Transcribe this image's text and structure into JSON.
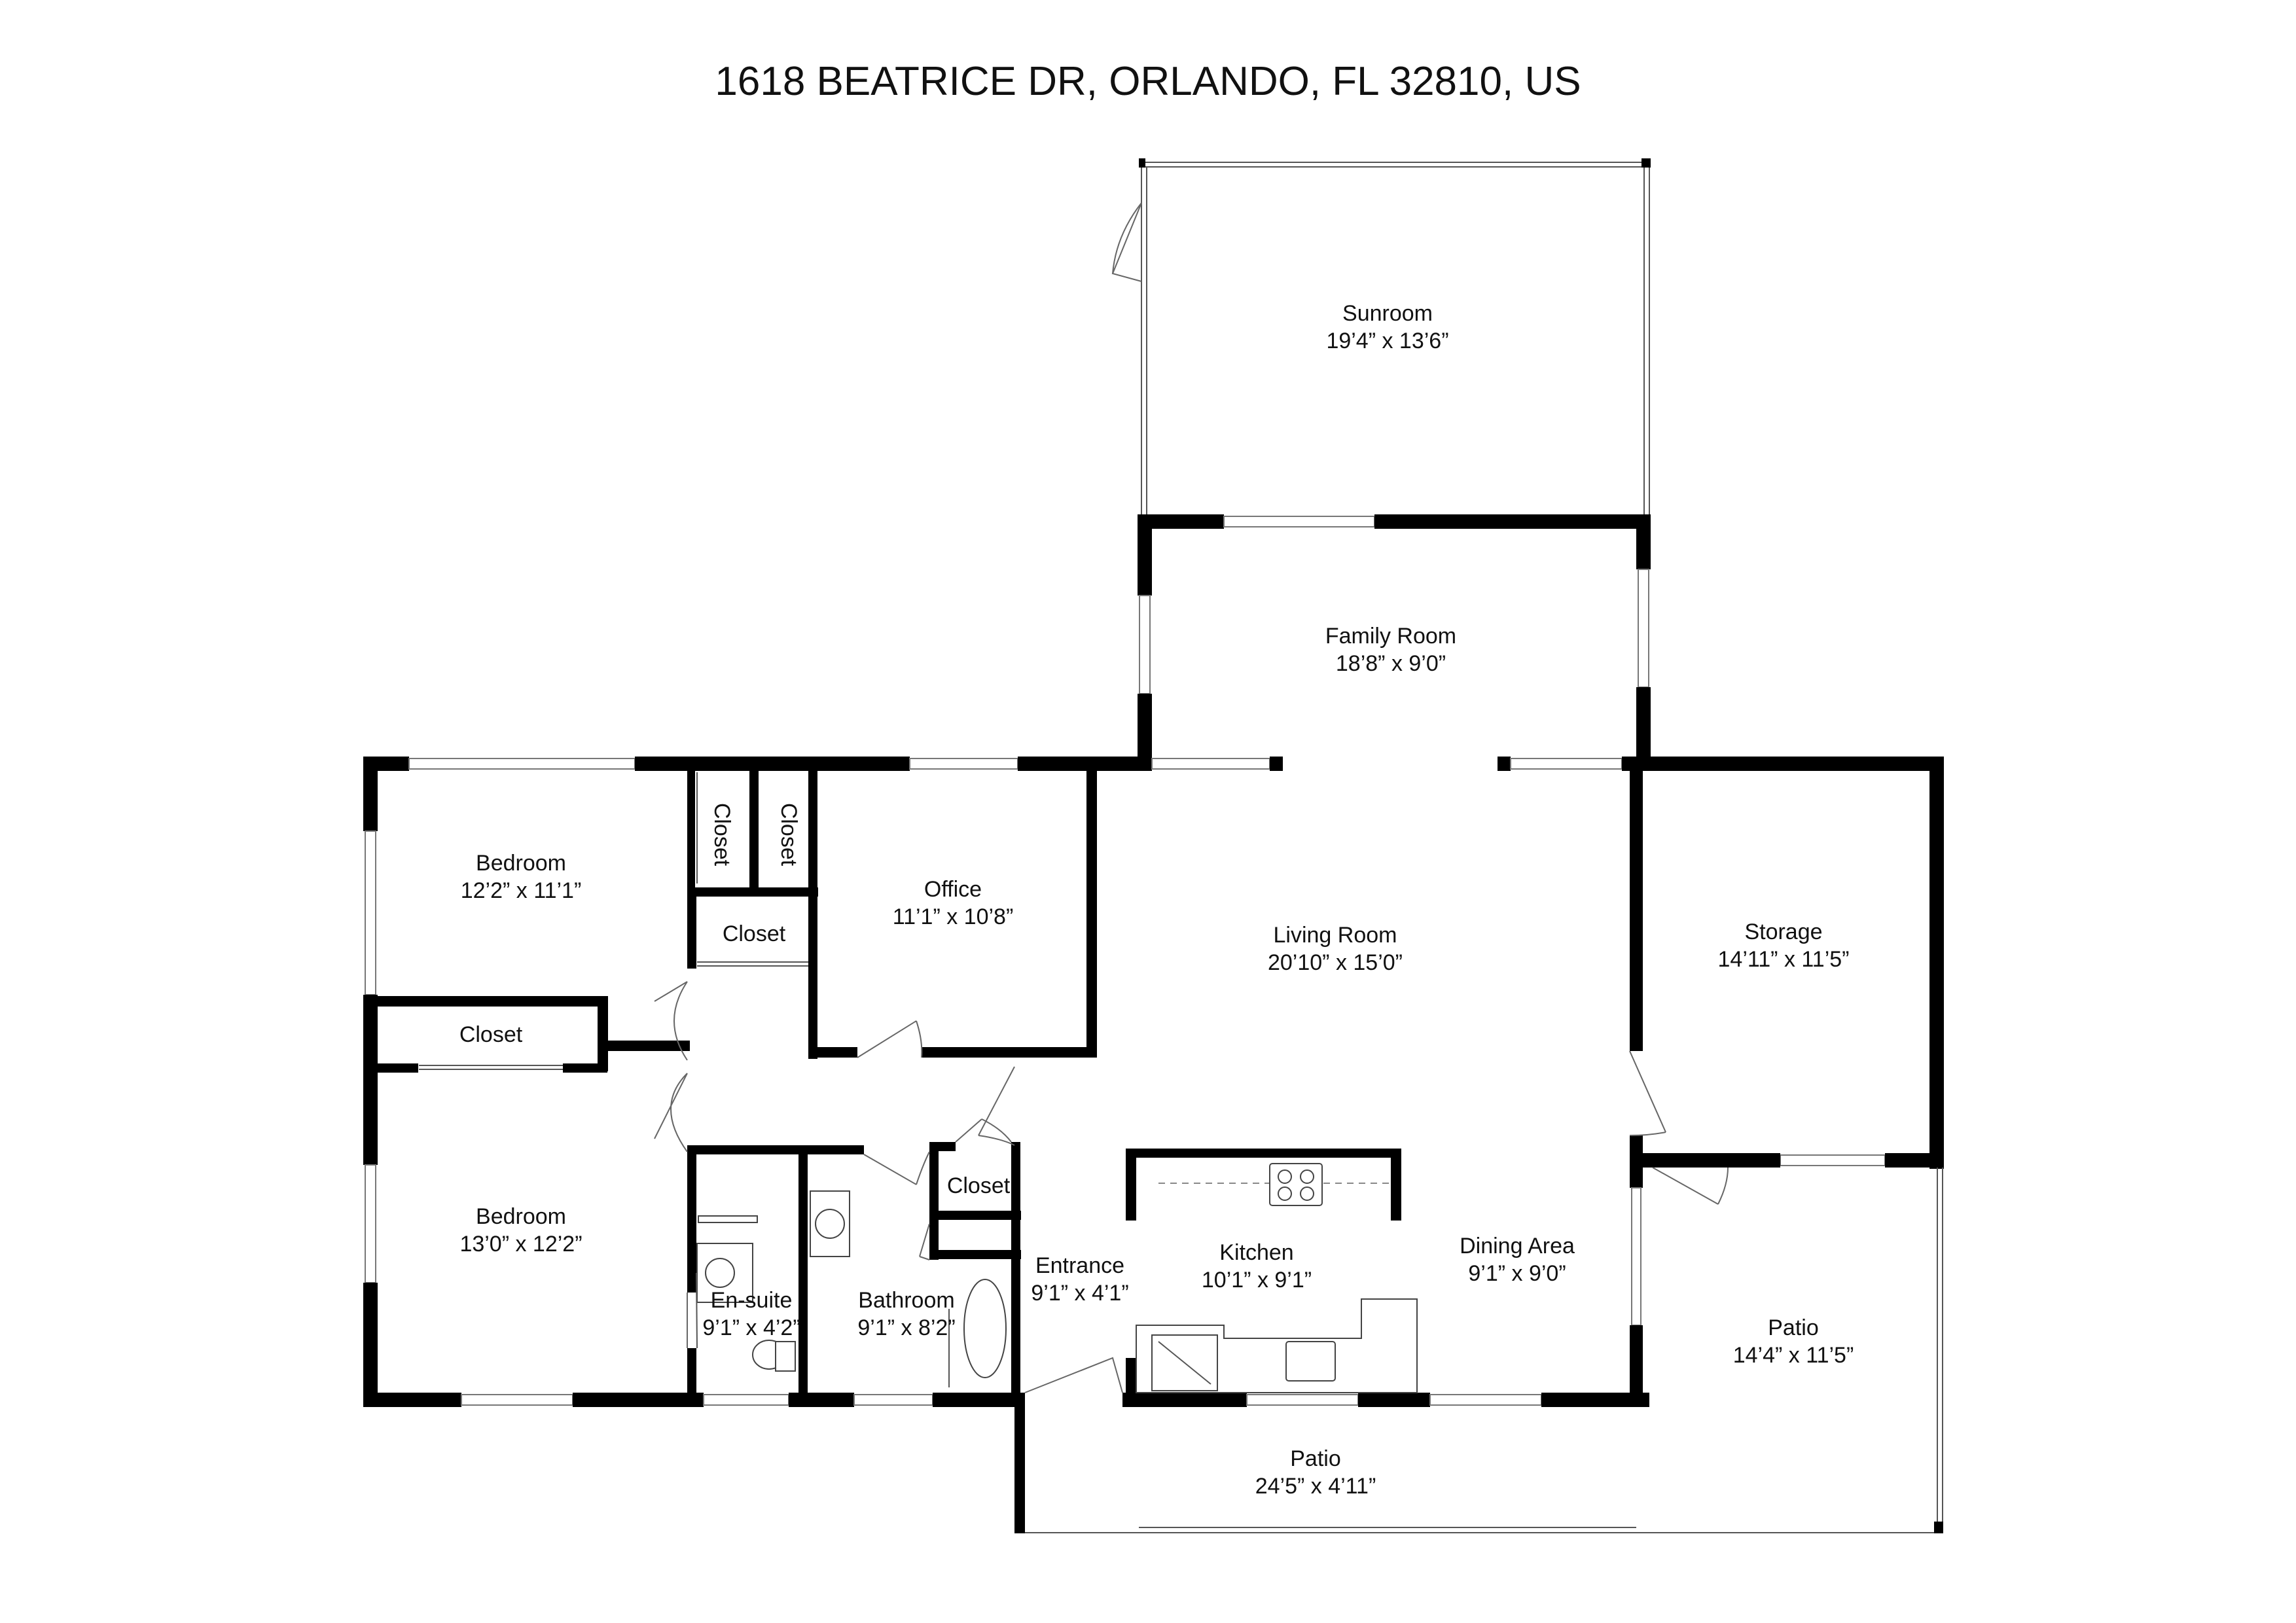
{
  "address": "1618 BEATRICE DR, ORLANDO, FL 32810, US",
  "rooms": {
    "sunroom": {
      "name": "Sunroom",
      "dims": "19’4” x 13’6”"
    },
    "family_room": {
      "name": "Family Room",
      "dims": "18’8” x 9’0”"
    },
    "living_room": {
      "name": "Living Room",
      "dims": "20’10” x 15’0”"
    },
    "storage": {
      "name": "Storage",
      "dims": "14’11” x 11’5”"
    },
    "bedroom_1": {
      "name": "Bedroom",
      "dims": "12’2” x 11’1”"
    },
    "office": {
      "name": "Office",
      "dims": "11’1” x 10’8”"
    },
    "closet_v1": {
      "name": "Closet"
    },
    "closet_v2": {
      "name": "Closet"
    },
    "closet_h1": {
      "name": "Closet"
    },
    "closet_h2": {
      "name": "Closet"
    },
    "closet_h3": {
      "name": "Closet"
    },
    "bedroom_2": {
      "name": "Bedroom",
      "dims": "13’0” x 12’2”"
    },
    "en_suite": {
      "name": "En-suite",
      "dims": "9’1” x 4’2”"
    },
    "bathroom": {
      "name": "Bathroom",
      "dims": "9’1” x 8’2”"
    },
    "entrance": {
      "name": "Entrance",
      "dims": "9’1” x 4’1”"
    },
    "kitchen": {
      "name": "Kitchen",
      "dims": "10’1” x 9’1”"
    },
    "dining_area": {
      "name": "Dining Area",
      "dims": "9’1” x 9’0”"
    },
    "patio_east": {
      "name": "Patio",
      "dims": "14’4” x 11’5”"
    },
    "patio_south": {
      "name": "Patio",
      "dims": "24’5” x 4’11”"
    }
  }
}
